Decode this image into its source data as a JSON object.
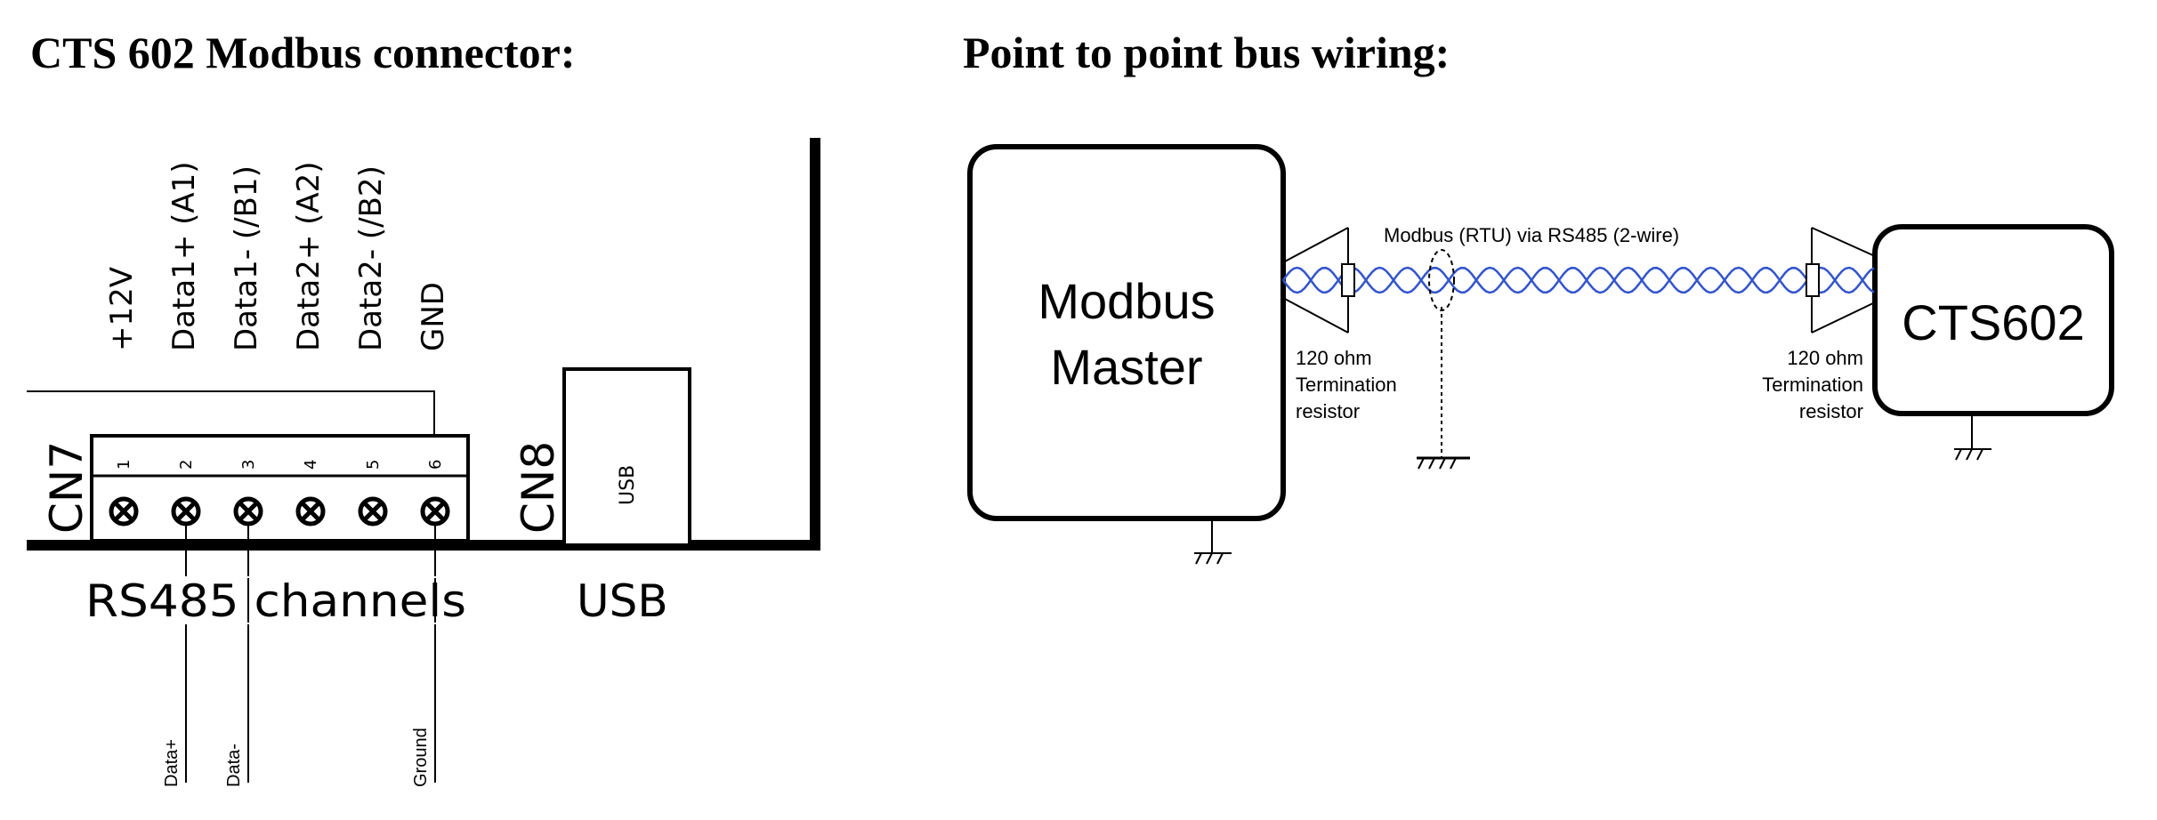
{
  "left": {
    "title": "CTS 602 Modbus connector:",
    "pin_labels": [
      "+12V",
      "Data1+ (A1)",
      "Data1- (/B1)",
      "Data2+ (A2)",
      "Data2- (/B2)",
      "GND"
    ],
    "pin_numbers": [
      "1",
      "2",
      "3",
      "4",
      "5",
      "6"
    ],
    "cn7": "CN7",
    "cn8": "CN8",
    "usb_port": "USB",
    "rs485_label": "RS485 channels",
    "usb_label": "USB",
    "wire_labels": [
      "Data+",
      "Data-",
      "Ground"
    ]
  },
  "right": {
    "title": "Point to point bus wiring:",
    "master": [
      "Modbus",
      "Master"
    ],
    "slave": "CTS602",
    "bus_label": "Modbus (RTU) via RS485 (2-wire)",
    "term_left": [
      "120 ohm",
      "Termination",
      "resistor"
    ],
    "term_right": [
      "120 ohm",
      "Termination",
      "resistor"
    ]
  },
  "colors": {
    "twisted_pair": "#3355cc",
    "ink": "#000000"
  }
}
